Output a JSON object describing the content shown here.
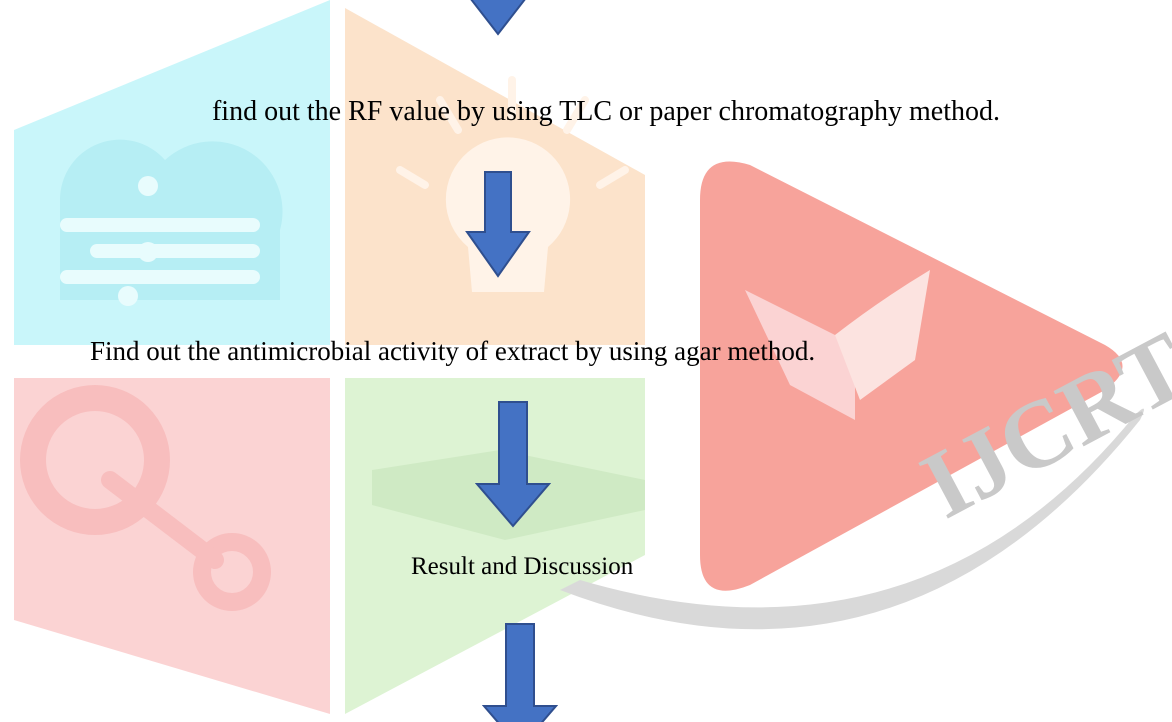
{
  "flowchart": {
    "steps": [
      "find out the RF value by using TLC or paper chromatography method.",
      "Find out the antimicrobial  activity of extract by using agar method.",
      "Result and Discussion"
    ]
  },
  "watermark": {
    "logo_text": "IJCRT",
    "colors": {
      "cyan": "#C9F6FA",
      "orange": "#FCE3CB",
      "pink": "#FBD3D3",
      "green": "#DDF3D3",
      "red": "#F7A39B",
      "gray": "#D9D9D9",
      "letters": "#C9C9C9"
    }
  },
  "arrow_color": "#4472C4",
  "arrow_stroke": "#2F4F8F"
}
